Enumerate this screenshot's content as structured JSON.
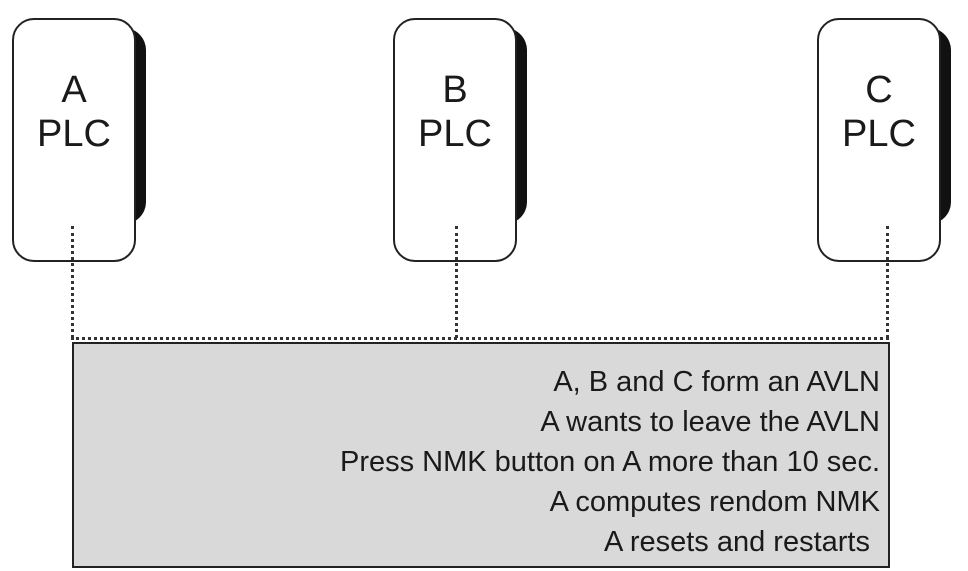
{
  "nodes": [
    {
      "id": "A",
      "label_top": "A",
      "label_bottom": "PLC"
    },
    {
      "id": "B",
      "label_top": "B",
      "label_bottom": "PLC"
    },
    {
      "id": "C",
      "label_top": "C",
      "label_bottom": "PLC"
    }
  ],
  "events": [
    "A, B and C form an AVLN",
    "A wants to leave the AVLN",
    "Press NMK button on A more than 10 sec.",
    "A computes rendom NMK",
    "A resets and restarts"
  ]
}
